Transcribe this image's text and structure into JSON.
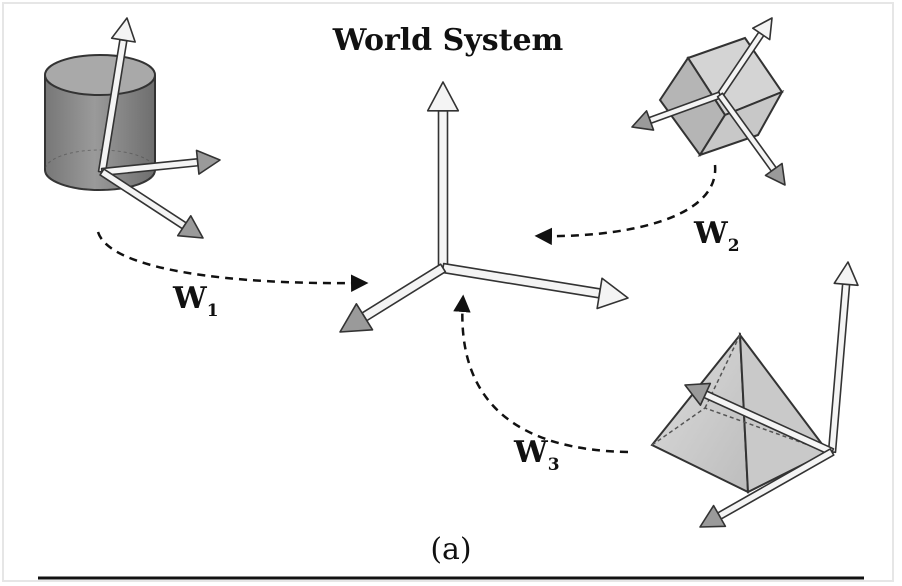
{
  "title": "World System",
  "caption": "(a)",
  "transforms": [
    {
      "letter": "W",
      "sub": "1"
    },
    {
      "letter": "W",
      "sub": "2"
    },
    {
      "letter": "W",
      "sub": "3"
    }
  ],
  "colors": {
    "axis_fill": "#f4f4f4",
    "axis_stroke": "#333333",
    "cylinder_fill": "#8c8c8c",
    "cube_fill": "#c2c2c2",
    "pyramid_fill": "#d2d2d2",
    "arrow_head_dark": "#9a9a9a"
  }
}
